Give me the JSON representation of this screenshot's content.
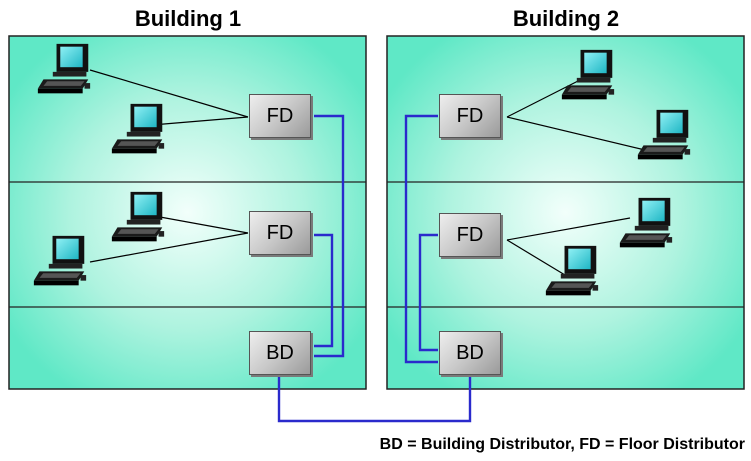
{
  "buildings": [
    {
      "title": "Building 1",
      "floor_distributors": [
        {
          "label": "FD"
        },
        {
          "label": "FD"
        }
      ],
      "building_distributor": {
        "label": "BD"
      },
      "computers_per_floor": [
        2,
        2
      ]
    },
    {
      "title": "Building 2",
      "floor_distributors": [
        {
          "label": "FD"
        },
        {
          "label": "FD"
        }
      ],
      "building_distributor": {
        "label": "BD"
      },
      "computers_per_floor": [
        2,
        2
      ]
    }
  ],
  "legend": "BD = Building Distributor, FD = Floor Distributor",
  "colors": {
    "building_fill_center": "#f2fffb",
    "building_fill_edge": "#5fe8c6",
    "cable_blue": "#2a2acc",
    "link_black": "#000000",
    "monitor_screen": "#3fd0d8"
  },
  "icons": {
    "computer": "computer-icon"
  }
}
